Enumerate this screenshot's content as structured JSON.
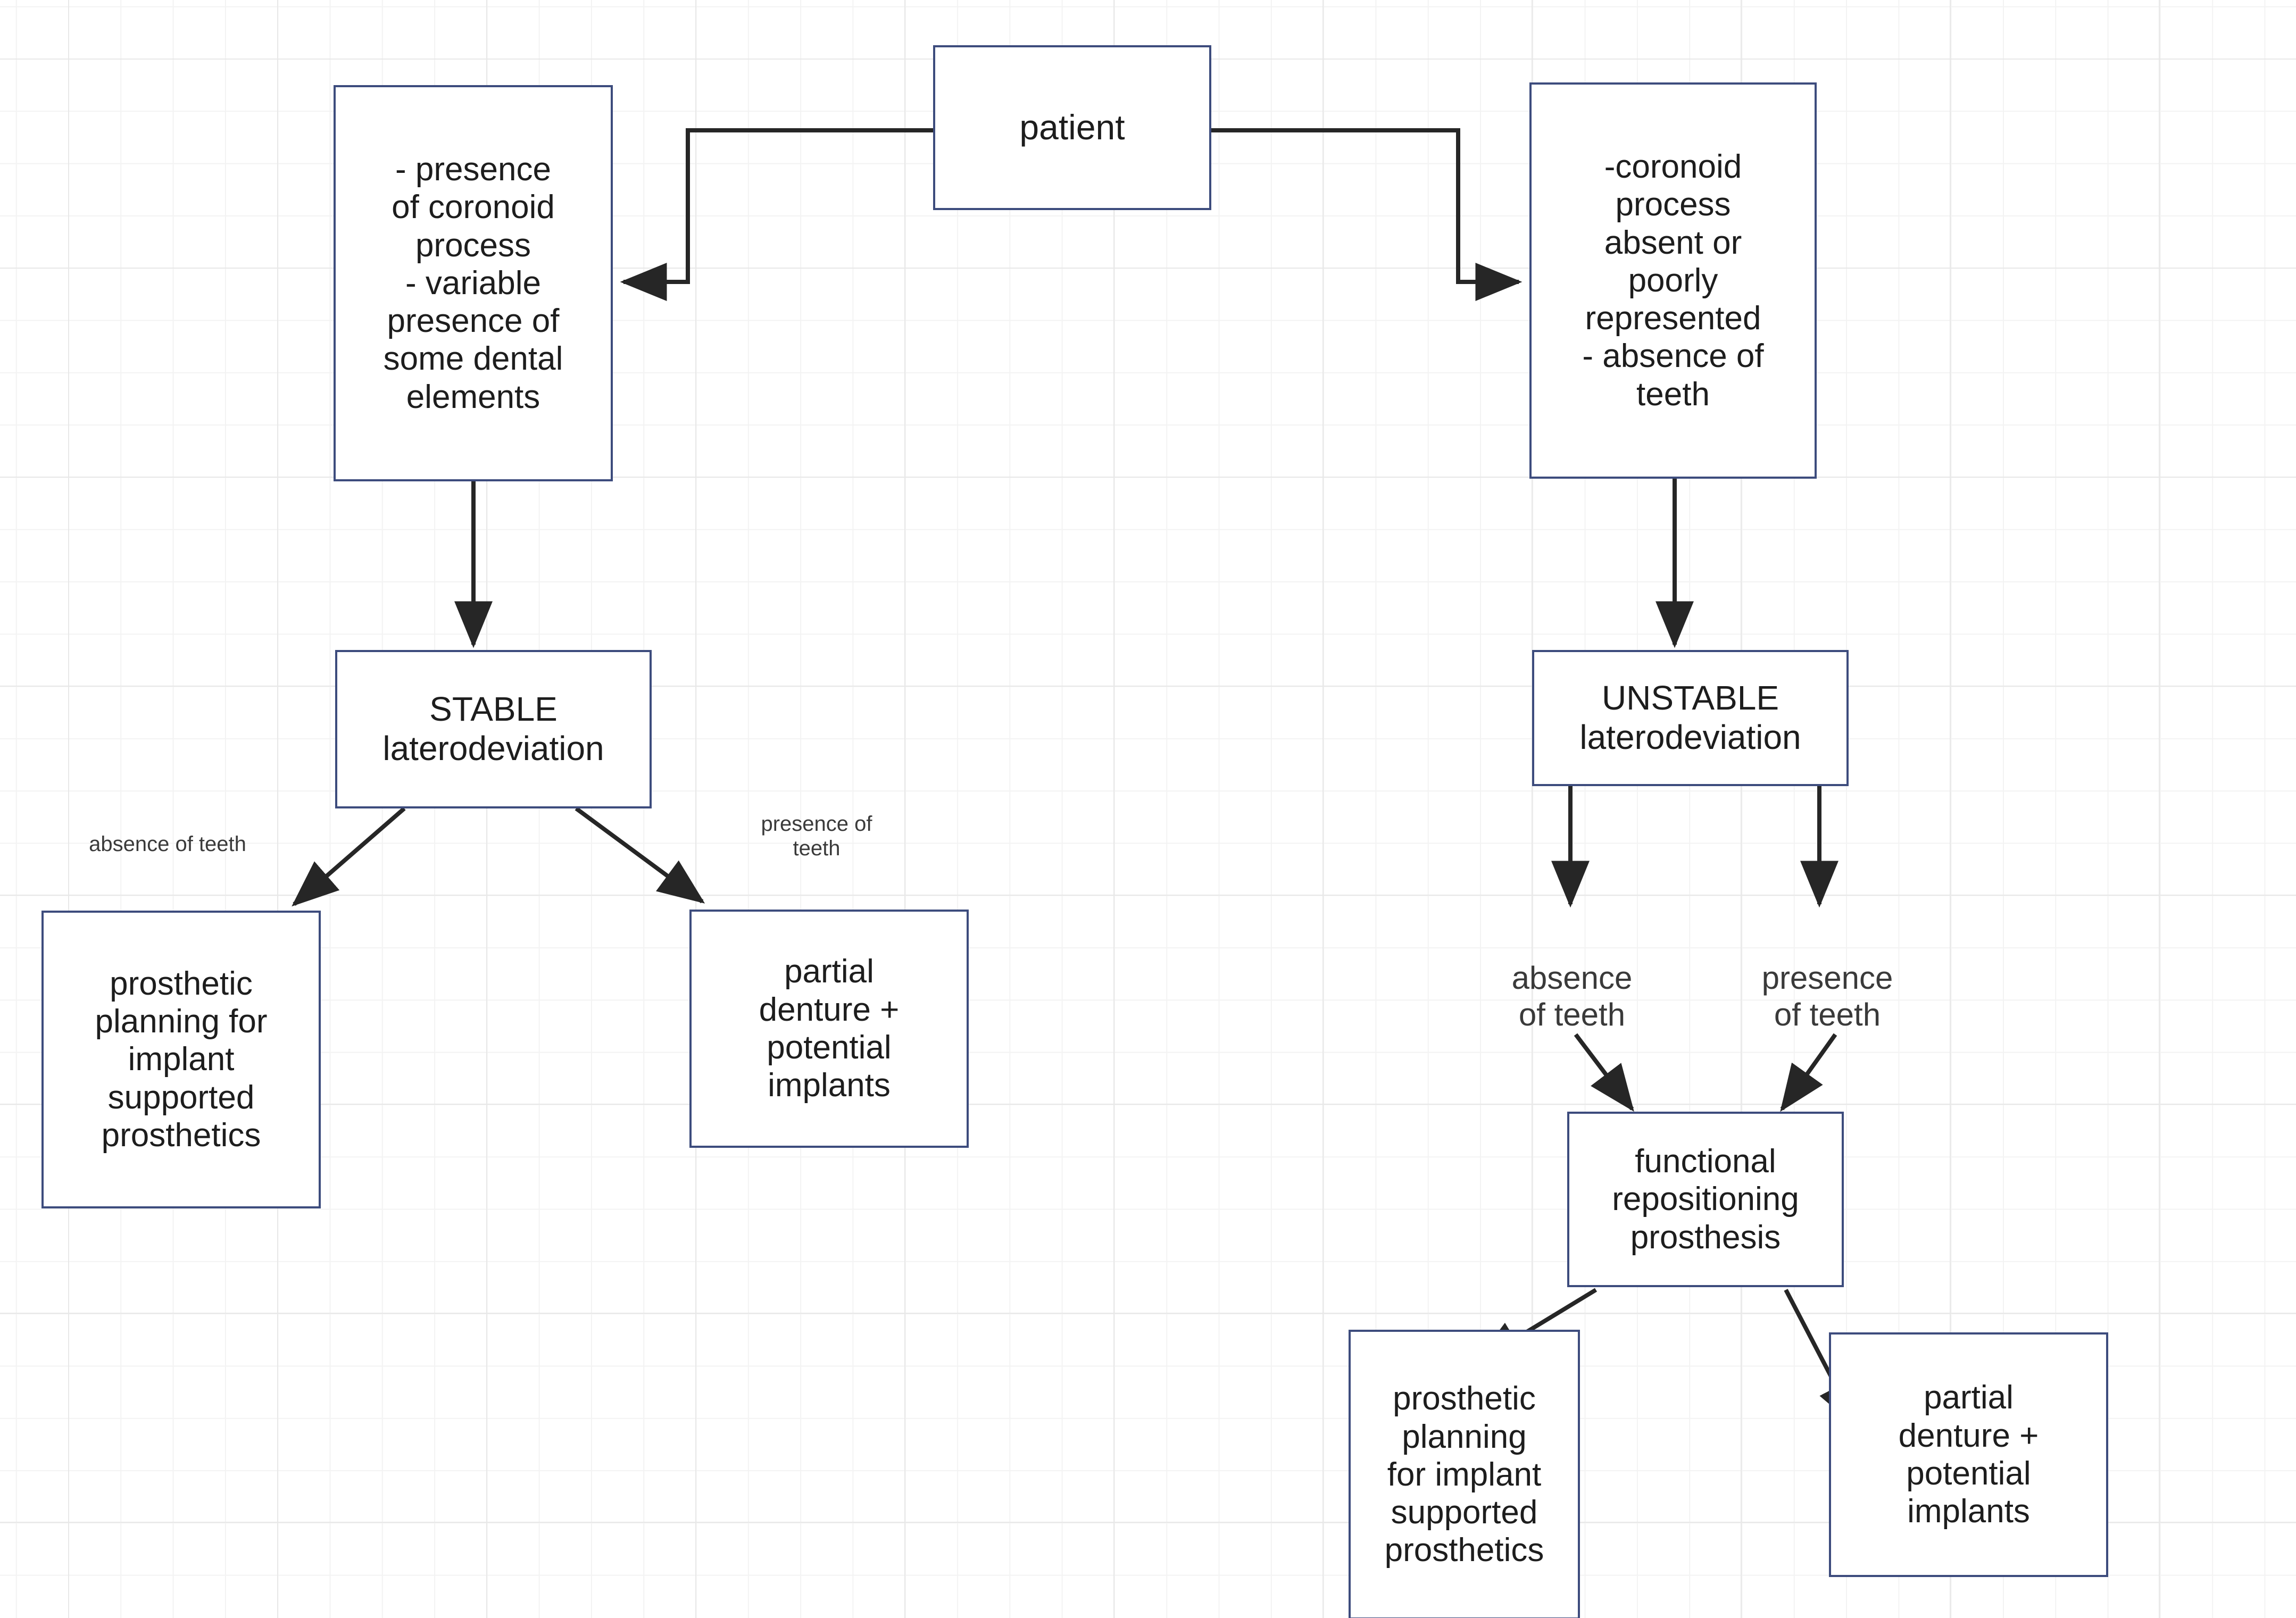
{
  "diagram": {
    "title": "Laterodeviation prosthetic decision flowchart",
    "colors": {
      "node_border": "#3d4c7d",
      "node_fill": "#ffffff",
      "edge_stroke": "#262626",
      "grid_minor": "#f3f3f3",
      "grid_major": "#e8e8e8",
      "text": "#1d1d1d",
      "label_text": "#3a3a3a"
    },
    "nodes": [
      {
        "id": "patient",
        "label": "patient"
      },
      {
        "id": "left-criteria",
        "label": "- presence\nof coronoid\nprocess\n- variable\npresence of\nsome dental\nelements"
      },
      {
        "id": "right-criteria",
        "label": "-coronoid\nprocess\nabsent or\npoorly\nrepresented\n- absence of\nteeth"
      },
      {
        "id": "stable",
        "label": "STABLE\nlaterodeviation"
      },
      {
        "id": "unstable",
        "label": "UNSTABLE\nlaterodeviation"
      },
      {
        "id": "stable-implant-planning",
        "label": "prosthetic\nplanning for\nimplant\nsupported\nprosthetics"
      },
      {
        "id": "stable-partial-denture",
        "label": "partial\ndenture +\npotential\nimplants"
      },
      {
        "id": "functional-prosthesis",
        "label": "functional\nrepositioning\nprosthesis"
      },
      {
        "id": "unstable-implant-planning",
        "label": "prosthetic\nplanning\nfor implant\nsupported\nprosthetics"
      },
      {
        "id": "unstable-partial-denture",
        "label": "partial\ndenture +\npotential\nimplants"
      }
    ],
    "edge_labels": [
      {
        "id": "stable-absence",
        "text": "absence of teeth"
      },
      {
        "id": "stable-presence",
        "text": "presence of\nteeth"
      },
      {
        "id": "unstable-absence",
        "text": "absence\nof teeth"
      },
      {
        "id": "unstable-presence",
        "text": "presence\nof teeth"
      }
    ]
  }
}
